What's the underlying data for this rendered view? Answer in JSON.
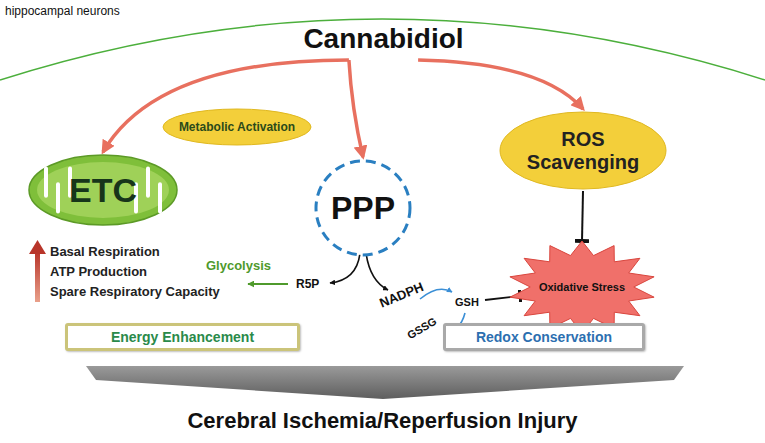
{
  "diagram": {
    "nodes": [
      {
        "text": [
          "Cannabidiol"
        ]
      },
      {
        "text": [
          "Metabolic Activation"
        ]
      },
      {
        "text": [
          "ETC"
        ]
      },
      {
        "text": [
          "PPP"
        ]
      },
      {
        "text": [
          "ROS Scavenging"
        ]
      },
      {
        "text": [
          "Oxidative Stress"
        ]
      },
      {
        "text": [
          "Energy Enhancement"
        ]
      },
      {
        "text": [
          "Redox Conservation"
        ]
      }
    ],
    "edges": [
      {
        "from": 0,
        "to": 2,
        "arrow": "to"
      },
      {
        "from": 0,
        "to": 3,
        "arrow": "to"
      },
      {
        "from": 0,
        "to": 4,
        "arrow": "to"
      },
      {
        "from": 4,
        "to": 5,
        "arrow": "to"
      }
    ],
    "labels": [
      "hippocampal neurons",
      "Basal Respiration",
      "ATP Production",
      "Spare Respiratory Capacity",
      "Glycolysis",
      "R5P",
      "NADPH",
      "GSH",
      "GSSG",
      "Cerebral Ischemia/Reperfusion Injury"
    ]
  }
}
